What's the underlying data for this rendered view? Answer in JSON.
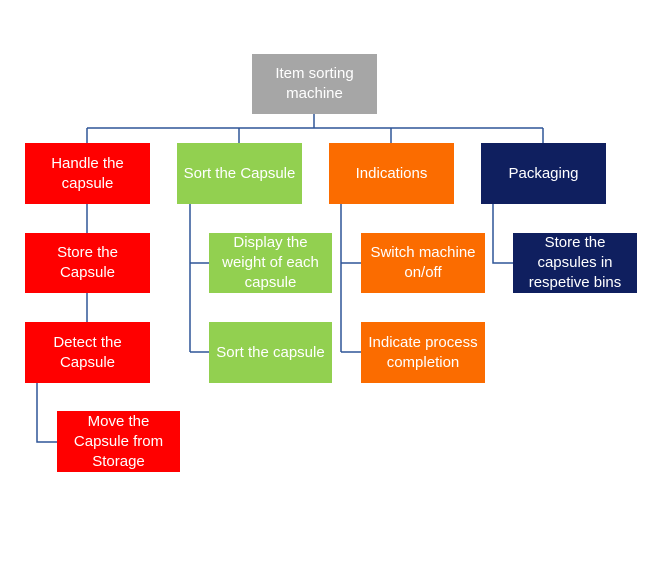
{
  "diagram": {
    "root": {
      "label": "Item sorting\nmachine",
      "color": "#a6a6a6"
    },
    "branches": [
      {
        "label": "Handle the\ncapsule",
        "color": "#ff0000",
        "children": [
          "Store the\nCapsule",
          "Detect the\nCapsule",
          "Move the\nCapsule from\nStorage"
        ]
      },
      {
        "label": "Sort the Capsule",
        "color": "#92d050",
        "children": [
          "Display the\nweight of each\ncapsule",
          "Sort the capsule"
        ]
      },
      {
        "label": "Indications",
        "color": "#fb6c00",
        "children": [
          "Switch machine\non/off",
          "Indicate process\ncompletion"
        ]
      },
      {
        "label": "Packaging",
        "color": "#0f1f5f",
        "children": [
          "Store the\ncapsules in\nrespetive bins"
        ]
      }
    ],
    "connector_color": "#2f5597"
  }
}
